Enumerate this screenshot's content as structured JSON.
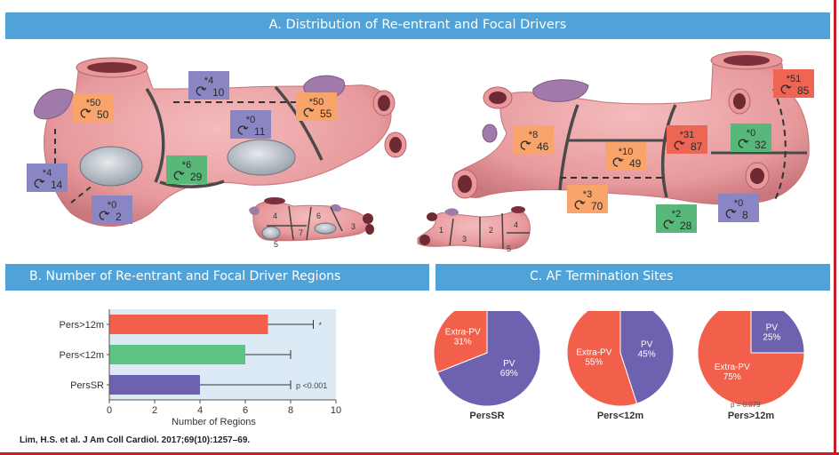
{
  "panels": {
    "a_title": "A. Distribution of Re-entrant and Focal Drivers",
    "b_title": "B. Number of Re-entrant and Focal Driver Regions",
    "c_title": "C. AF Termination Sites"
  },
  "citation": "Lim, H.S. et al. J Am Coll Cardiol. 2017;69(10):1257–69.",
  "colors": {
    "tissue": "#eca3a5",
    "orange": "#f8a46a",
    "purple": "#8a86c4",
    "green": "#57b87a",
    "red": "#ee6553",
    "header": "#4fa3d9",
    "plot_bg": "#dceaf6",
    "bar_red": "#f2604b",
    "bar_green": "#5cc384",
    "bar_blue": "#6c62b0"
  },
  "heart_left_labels": [
    {
      "top": "*50",
      "bottom": "50",
      "color": "orange"
    },
    {
      "top": "*4",
      "bottom": "10",
      "color": "purple"
    },
    {
      "top": "*50",
      "bottom": "55",
      "color": "orange"
    },
    {
      "top": "*0",
      "bottom": "11",
      "color": "purple"
    },
    {
      "top": "*4",
      "bottom": "14",
      "color": "purple"
    },
    {
      "top": "*6",
      "bottom": "29",
      "color": "green"
    },
    {
      "top": "*0",
      "bottom": "2",
      "color": "purple"
    }
  ],
  "heart_right_labels": [
    {
      "top": "*8",
      "bottom": "46",
      "color": "orange"
    },
    {
      "top": "*51",
      "bottom": "85",
      "color": "red"
    },
    {
      "top": "*10",
      "bottom": "49",
      "color": "orange"
    },
    {
      "top": "*31",
      "bottom": "87",
      "color": "red"
    },
    {
      "top": "*0",
      "bottom": "32",
      "color": "green"
    },
    {
      "top": "*3",
      "bottom": "70",
      "color": "orange"
    },
    {
      "top": "*2",
      "bottom": "28",
      "color": "green"
    },
    {
      "top": "*0",
      "bottom": "8",
      "color": "purple"
    }
  ],
  "mini_left_regions": [
    "4",
    "6",
    "5",
    "7",
    "3"
  ],
  "mini_right_regions": [
    "1",
    "3",
    "2",
    "4",
    "5"
  ],
  "chart_data": [
    {
      "type": "bar",
      "orientation": "horizontal",
      "title": "B. Number of Re-entrant and Focal Driver Regions",
      "xlabel": "Number of Regions",
      "ylabel": "",
      "categories": [
        "Pers>12m",
        "Pers<12m",
        "PersSR"
      ],
      "values": [
        7,
        6,
        4
      ],
      "error_upper": [
        9,
        8,
        8
      ],
      "xlim": [
        0,
        10
      ],
      "xticks": [
        "0",
        "2",
        "4",
        "6",
        "8",
        "10"
      ],
      "annotations": [
        "*",
        "",
        "p <0.001"
      ],
      "colors": [
        "#f2604b",
        "#5cc384",
        "#6c62b0"
      ]
    },
    {
      "type": "pie",
      "title": "C. AF Termination Sites",
      "pies": [
        {
          "name": "PersSR",
          "note": "",
          "slices": [
            {
              "label": "PV",
              "value": 69,
              "text": "69%",
              "color": "#6c62b0"
            },
            {
              "label": "Extra-PV",
              "value": 31,
              "text": "31%",
              "color": "#f2604b"
            }
          ]
        },
        {
          "name": "Pers<12m",
          "note": "",
          "slices": [
            {
              "label": "PV",
              "value": 45,
              "text": "45%",
              "color": "#6c62b0"
            },
            {
              "label": "Extra-PV",
              "value": 55,
              "text": "55%",
              "color": "#f2604b"
            }
          ]
        },
        {
          "name": "Pers>12m",
          "note": "p = 0.079",
          "slices": [
            {
              "label": "PV",
              "value": 25,
              "text": "25%",
              "color": "#6c62b0"
            },
            {
              "label": "Extra-PV",
              "value": 75,
              "text": "75%",
              "color": "#f2604b"
            }
          ]
        }
      ]
    }
  ]
}
